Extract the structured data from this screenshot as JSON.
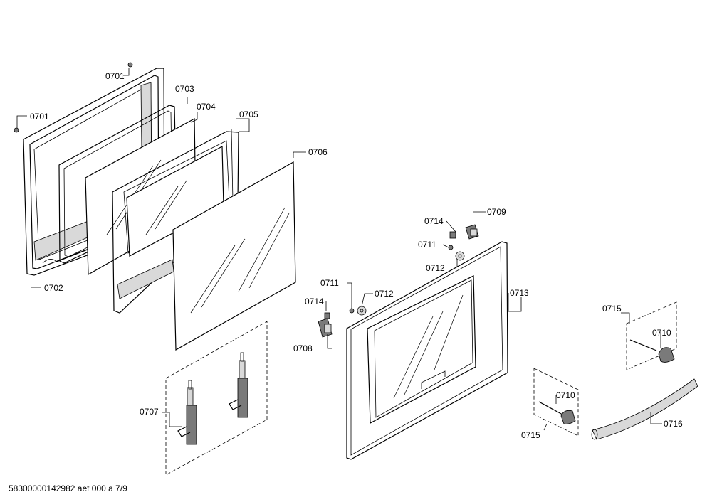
{
  "labels": {
    "p0701a": "0701",
    "p0701b": "0701",
    "p0702": "0702",
    "p0703": "0703",
    "p0704": "0704",
    "p0705": "0705",
    "p0706": "0706",
    "p0707": "0707",
    "p0708": "0708",
    "p0709": "0709",
    "p0710a": "0710",
    "p0710b": "0710",
    "p0711a": "0711",
    "p0711b": "0711",
    "p0712a": "0712",
    "p0712b": "0712",
    "p0713": "0713",
    "p0714a": "0714",
    "p0714b": "0714",
    "p0715a": "0715",
    "p0715b": "0715",
    "p0716": "0716"
  },
  "footer": "58300000142982 aet 000 a 7/9"
}
